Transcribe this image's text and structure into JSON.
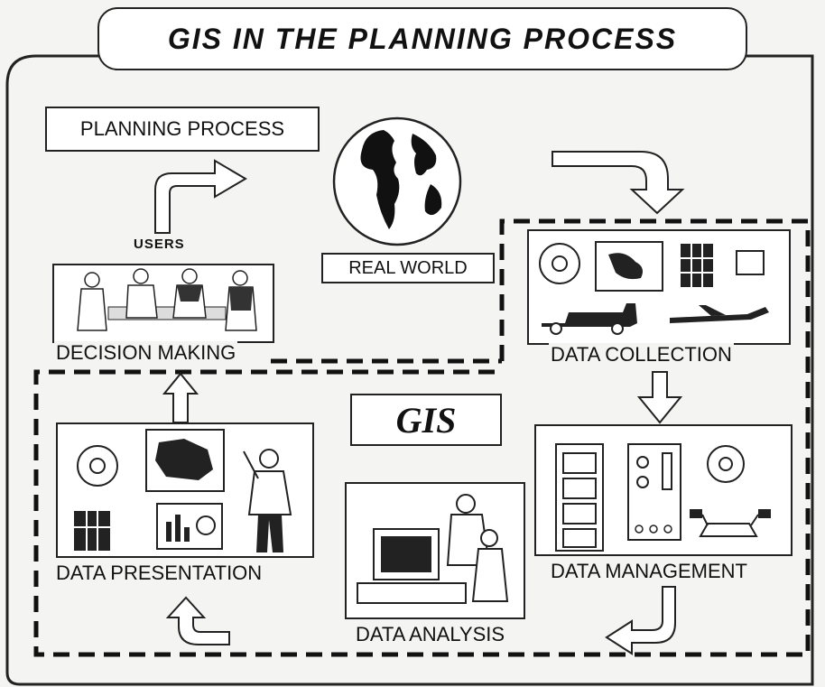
{
  "title": "GIS IN THE PLANNING PROCESS",
  "labels": {
    "planning_process": "PLANNING PROCESS",
    "users": "USERS",
    "real_world": "REAL WORLD",
    "decision_making": "DECISION MAKING",
    "data_collection": "DATA COLLECTION",
    "gis": "GIS",
    "data_presentation": "DATA PRESENTATION",
    "data_management": "DATA MANAGEMENT",
    "data_analysis": "DATA ANALYSIS"
  }
}
